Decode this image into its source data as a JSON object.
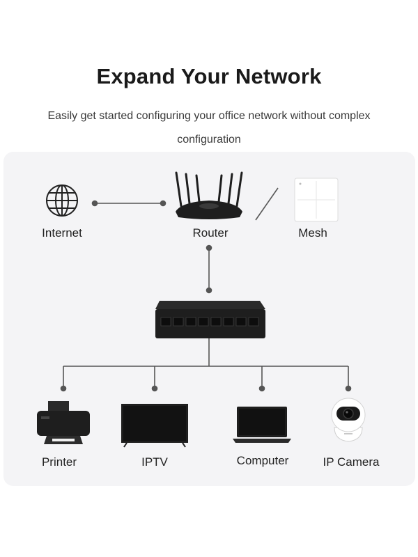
{
  "header": {
    "title": "Expand Your Network",
    "subtitle": "Easily get started configuring your office network without complex configuration"
  },
  "nodes": {
    "internet": "Internet",
    "router": "Router",
    "mesh": "Mesh",
    "printer": "Printer",
    "iptv": "IPTV",
    "computer": "Computer",
    "ip_camera": "IP Camera"
  },
  "icons": {
    "internet": "globe-icon",
    "router": "router-icon",
    "mesh": "mesh-node-icon",
    "switch": "switch-icon",
    "printer": "printer-icon",
    "iptv": "tv-icon",
    "computer": "laptop-icon",
    "ip_camera": "camera-icon"
  },
  "colors": {
    "panel_bg": "#f4f4f6",
    "line": "#555555",
    "device": "#1e1e1e"
  }
}
